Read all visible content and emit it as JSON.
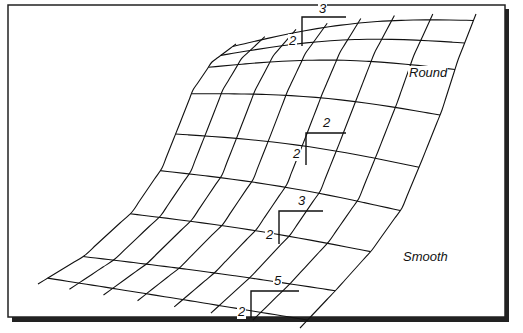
{
  "diagram": {
    "labels": [
      "3",
      "2",
      "Round",
      "2",
      "2",
      "3",
      "2",
      "Smooth",
      "5",
      "2"
    ]
  }
}
